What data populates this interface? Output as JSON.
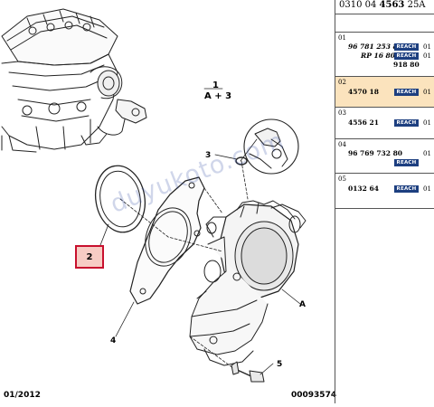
{
  "header": {
    "ref_prefix": "0310 04",
    "ref_bold": "4563",
    "ref_suffix": "25A"
  },
  "callout": {
    "number": "1",
    "sub": "A + 3"
  },
  "labels": {
    "gasket": "2",
    "o_ring": "3",
    "plate_gasket": "4",
    "bolt": "5",
    "pump": "A"
  },
  "watermark": "duyukoto.com",
  "footer": {
    "date": "01/2012",
    "ref": "00093574"
  },
  "parts": [
    {
      "index": "01",
      "lines": [
        {
          "part": "96 781 253 80",
          "italic": true,
          "badge": "REACH",
          "qty": "01"
        },
        {
          "part": "RP 16 80*",
          "italic": true,
          "badge": "REACH",
          "qty": "01"
        },
        {
          "part": "918 80",
          "italic": false,
          "badge": "",
          "qty": ""
        }
      ]
    },
    {
      "index": "02",
      "highlight": true,
      "lines": [
        {
          "part": "4570 18",
          "italic": false,
          "badge": "REACH",
          "qty": "01"
        }
      ]
    },
    {
      "index": "03",
      "lines": [
        {
          "part": "4556 21",
          "italic": false,
          "badge": "REACH",
          "qty": "01"
        }
      ]
    },
    {
      "index": "04",
      "lines": [
        {
          "part": "96 769 732 80",
          "italic": false,
          "badge": "",
          "qty": "01"
        },
        {
          "part": "",
          "italic": false,
          "badge": "REACH",
          "qty": ""
        }
      ]
    },
    {
      "index": "05",
      "lines": [
        {
          "part": "0132 64",
          "italic": false,
          "badge": "REACH",
          "qty": "01"
        }
      ]
    }
  ],
  "colors": {
    "reach_badge": "#1d3f80",
    "highlight_row": "#fbe3bd",
    "label_highlight_border": "#c8102e"
  }
}
